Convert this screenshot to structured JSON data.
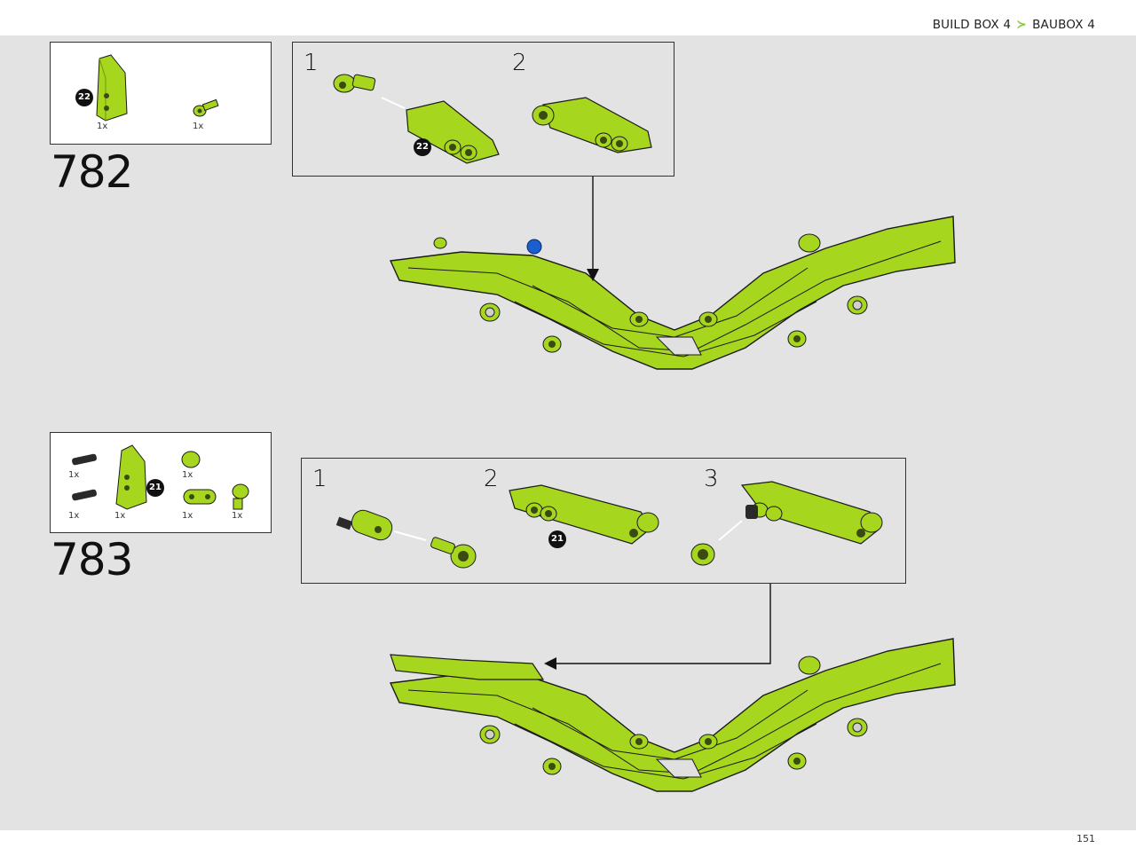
{
  "header": {
    "breadcrumb_left": "BUILD BOX 4",
    "breadcrumb_sep": "≻",
    "breadcrumb_right": "BAUBOX 4"
  },
  "steps": [
    {
      "number": "782",
      "parts": [
        {
          "qty": "1x"
        },
        {
          "qty": "1x"
        }
      ],
      "parts_badge": "22",
      "substeps": [
        {
          "label": "1"
        },
        {
          "label": "2"
        }
      ],
      "sub_badge": "22"
    },
    {
      "number": "783",
      "parts": [
        {
          "qty": "1x"
        },
        {
          "qty": "1x"
        },
        {
          "qty": "1x"
        },
        {
          "qty": "1x"
        },
        {
          "qty": "1x"
        },
        {
          "qty": "1x"
        }
      ],
      "parts_badge": "21",
      "substeps": [
        {
          "label": "1"
        },
        {
          "label": "2"
        },
        {
          "label": "3"
        }
      ],
      "sub_badge": "21"
    }
  ],
  "footer": {
    "page": "151"
  },
  "colors": {
    "lime": "#a7d61f",
    "lime_dark": "#86b00f",
    "outline": "#1b1b1b",
    "bg": "#e3e3e3",
    "accent": "#8dc63f"
  }
}
